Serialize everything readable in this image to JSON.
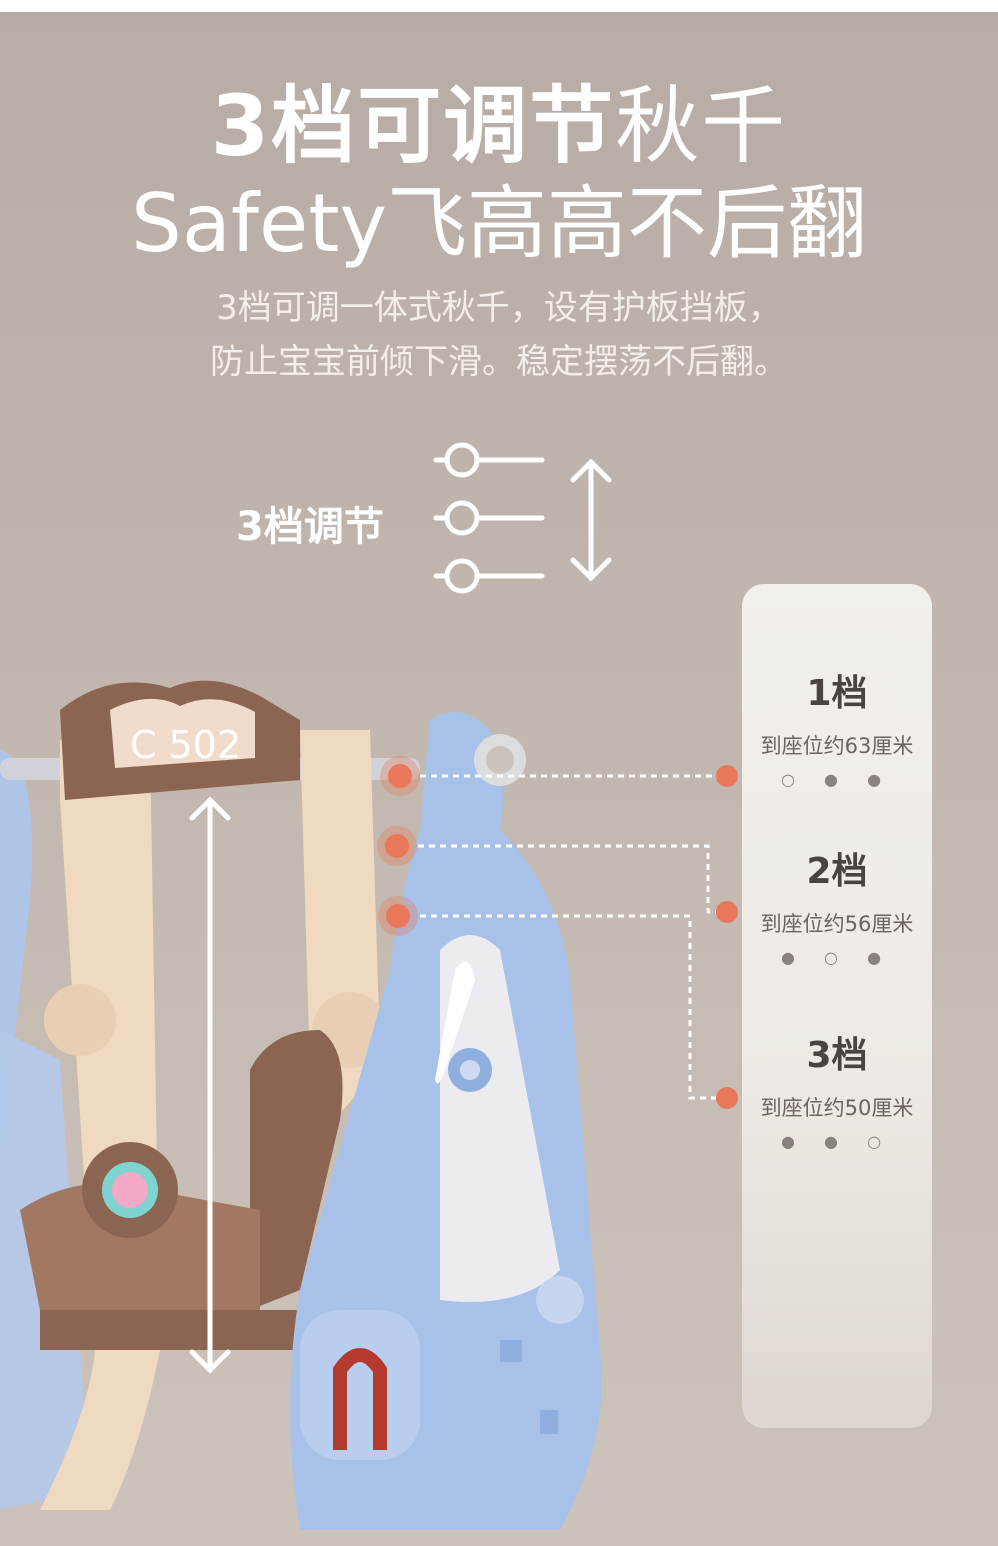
{
  "headline": {
    "bold": "3档可调节",
    "light": "秋千",
    "line2": "Safety飞高高不后翻"
  },
  "subtext": {
    "line1": "3档可调一体式秋千，设有护板挡板，",
    "line2": "防止宝宝前倾下滑。稳定摆荡不后翻。"
  },
  "adjust_label": "3档调节",
  "seat_badge": "C 502",
  "levels": [
    {
      "title": "1档",
      "desc": "到座位约63厘米",
      "dots": "○ ● ●"
    },
    {
      "title": "2档",
      "desc": "到座位约56厘米",
      "dots": "● ○ ●"
    },
    {
      "title": "3档",
      "desc": "到座位约50厘米",
      "dots": "● ● ○"
    }
  ],
  "colors": {
    "accent": "#e9775a",
    "blue": "#a9c2e9",
    "brown": "#8a6551",
    "beige": "#efd8bf"
  }
}
